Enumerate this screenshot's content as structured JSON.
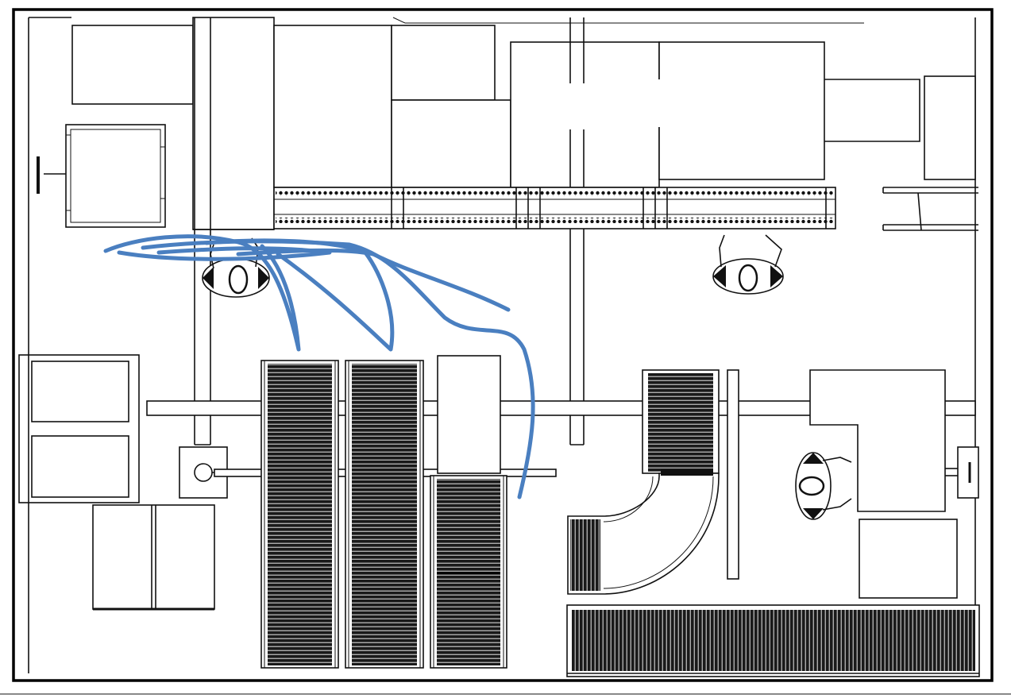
{
  "diagram": {
    "kind": "workstation-floor-plan",
    "colors": {
      "line": "#111111",
      "conveyor_fill": "#1a1a1a",
      "roller_line": "#e8e8e8",
      "path_trace": "#4a7fc0",
      "background": "#ffffff"
    },
    "elements": {
      "conveyors_vertical": 4,
      "conveyors_horizontal": 2,
      "curved_conveyor": 1,
      "operators": 3,
      "movement_trace": "operator-movement-path"
    }
  }
}
